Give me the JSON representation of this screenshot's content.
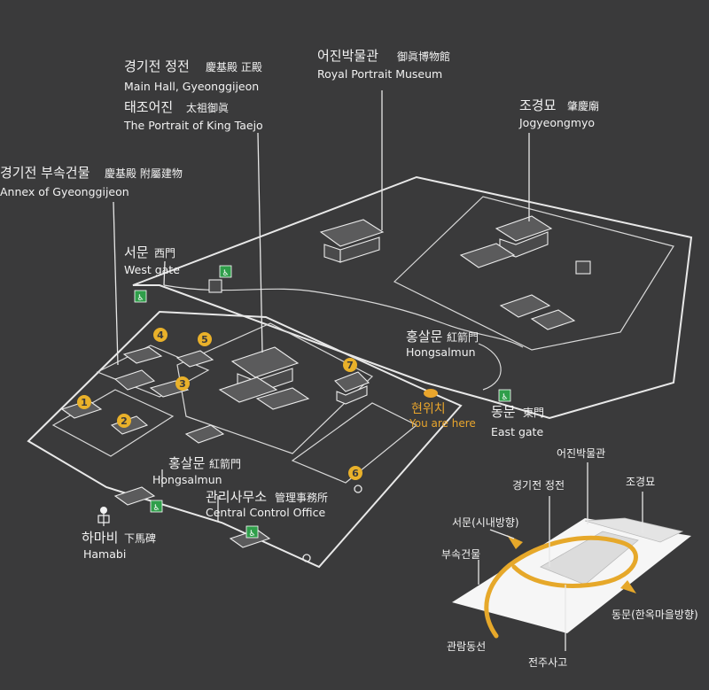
{
  "labels": {
    "main_hall": {
      "ko": "경기전 정전",
      "cn": "慶基殿 正殿",
      "en": "Main Hall, Gyeonggijeon"
    },
    "taejo": {
      "ko": "태조어진",
      "cn": "太祖御眞",
      "en": "The Portrait of King Taejo"
    },
    "annex": {
      "ko": "경기전 부속건물",
      "cn": "慶基殿 附屬建物",
      "en": "Annex of Gyeonggijeon"
    },
    "west_gate": {
      "ko": "서문",
      "cn": "西門",
      "en": "West gate"
    },
    "museum": {
      "ko": "어진박물관",
      "cn": "御眞博物館",
      "en": "Royal Portrait Museum"
    },
    "jogyeongmyo": {
      "ko": "조경묘",
      "cn": "肇慶廟",
      "en": "Jogyeongmyo"
    },
    "hongsalmun_east": {
      "ko": "홍살문",
      "cn": "紅箭門",
      "en": "Hongsalmun"
    },
    "hongsalmun_south": {
      "ko": "홍살문",
      "cn": "紅箭門",
      "en": "Hongsalmun"
    },
    "east_gate": {
      "ko": "동문",
      "cn": "東門",
      "en": "East gate"
    },
    "you_are_here": {
      "ko": "현위치",
      "en": "You are here"
    },
    "control_office": {
      "ko": "관리사무소",
      "cn": "管理事務所",
      "en": "Central Control Office"
    },
    "hamabi": {
      "ko": "하마비",
      "cn": "下馬碑",
      "en": "Hamabi"
    }
  },
  "numbers": [
    "1",
    "2",
    "3",
    "4",
    "5",
    "6",
    "7"
  ],
  "minimap": {
    "museum": "어진박물관",
    "main_hall": "경기전 정전",
    "jogyeongmyo": "조경묘",
    "west_gate": "서문(시내방향)",
    "annex": "부속건물",
    "east_gate": "동문(한옥마을방향)",
    "route": "관람동선",
    "sago": "전주사고"
  },
  "colors": {
    "background": "#3a3a3b",
    "line": "#e8e8e8",
    "marker": "#e9b12a",
    "here": "#e9a52c",
    "restroom": "#2f9e4a",
    "route": "#e6a82a"
  },
  "icons": {
    "restroom": "restroom-icon",
    "here": "current-location-icon",
    "hamabi": "stele-icon",
    "well": "well-icon"
  }
}
